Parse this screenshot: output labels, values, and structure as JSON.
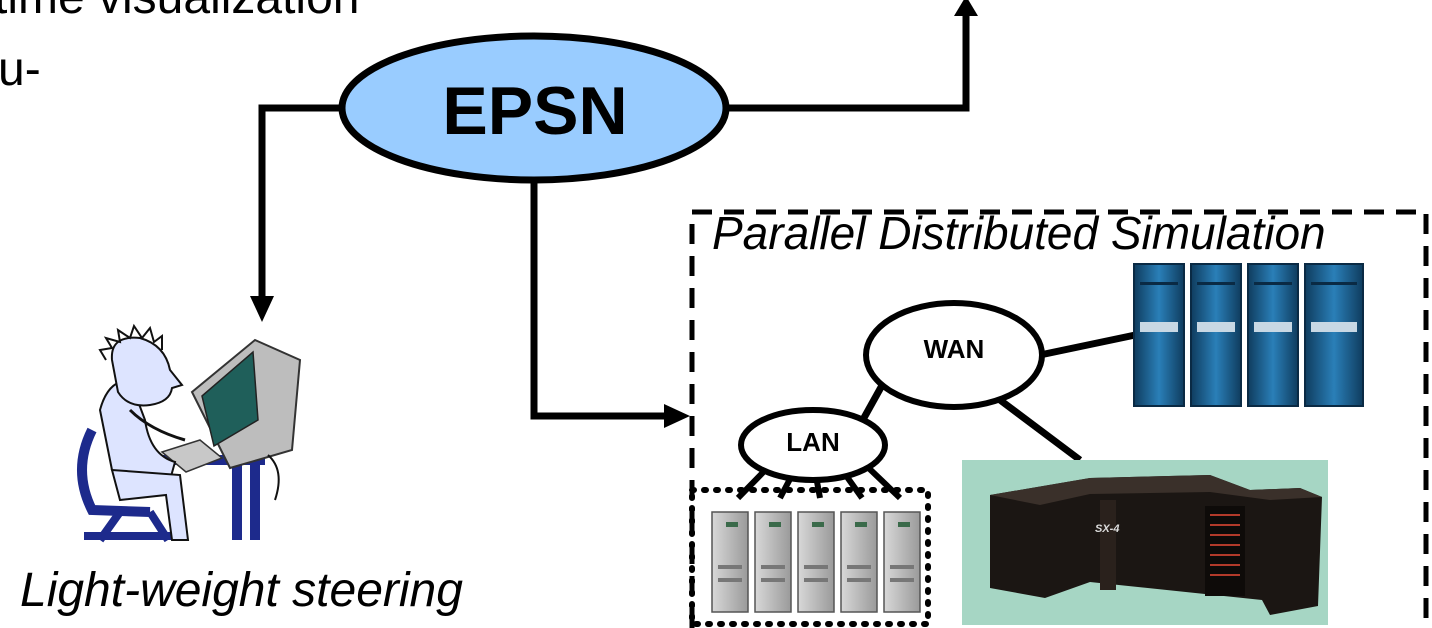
{
  "top_partial_text": "time  visualization",
  "u_partial_text": "u-",
  "epsn": {
    "label": "EPSN",
    "fill": "#99ccff"
  },
  "simulation": {
    "title": "Parallel Distributed Simulation"
  },
  "wan": {
    "label": "WAN"
  },
  "lan": {
    "label": "LAN"
  },
  "steering": {
    "label": "Light-weight steering"
  },
  "images": {
    "user_icon": "person-at-computer-icon",
    "server_rack": "blue-server-racks",
    "supercomputer": "sx4-supercomputer",
    "cluster": "pc-cluster"
  },
  "colors": {
    "line": "#000000",
    "supercomputer_bg": "#a6d6c4",
    "server_blue": "#1e5f8e",
    "person_fill": "#dde4ff",
    "chair": "#1d2a8c"
  }
}
